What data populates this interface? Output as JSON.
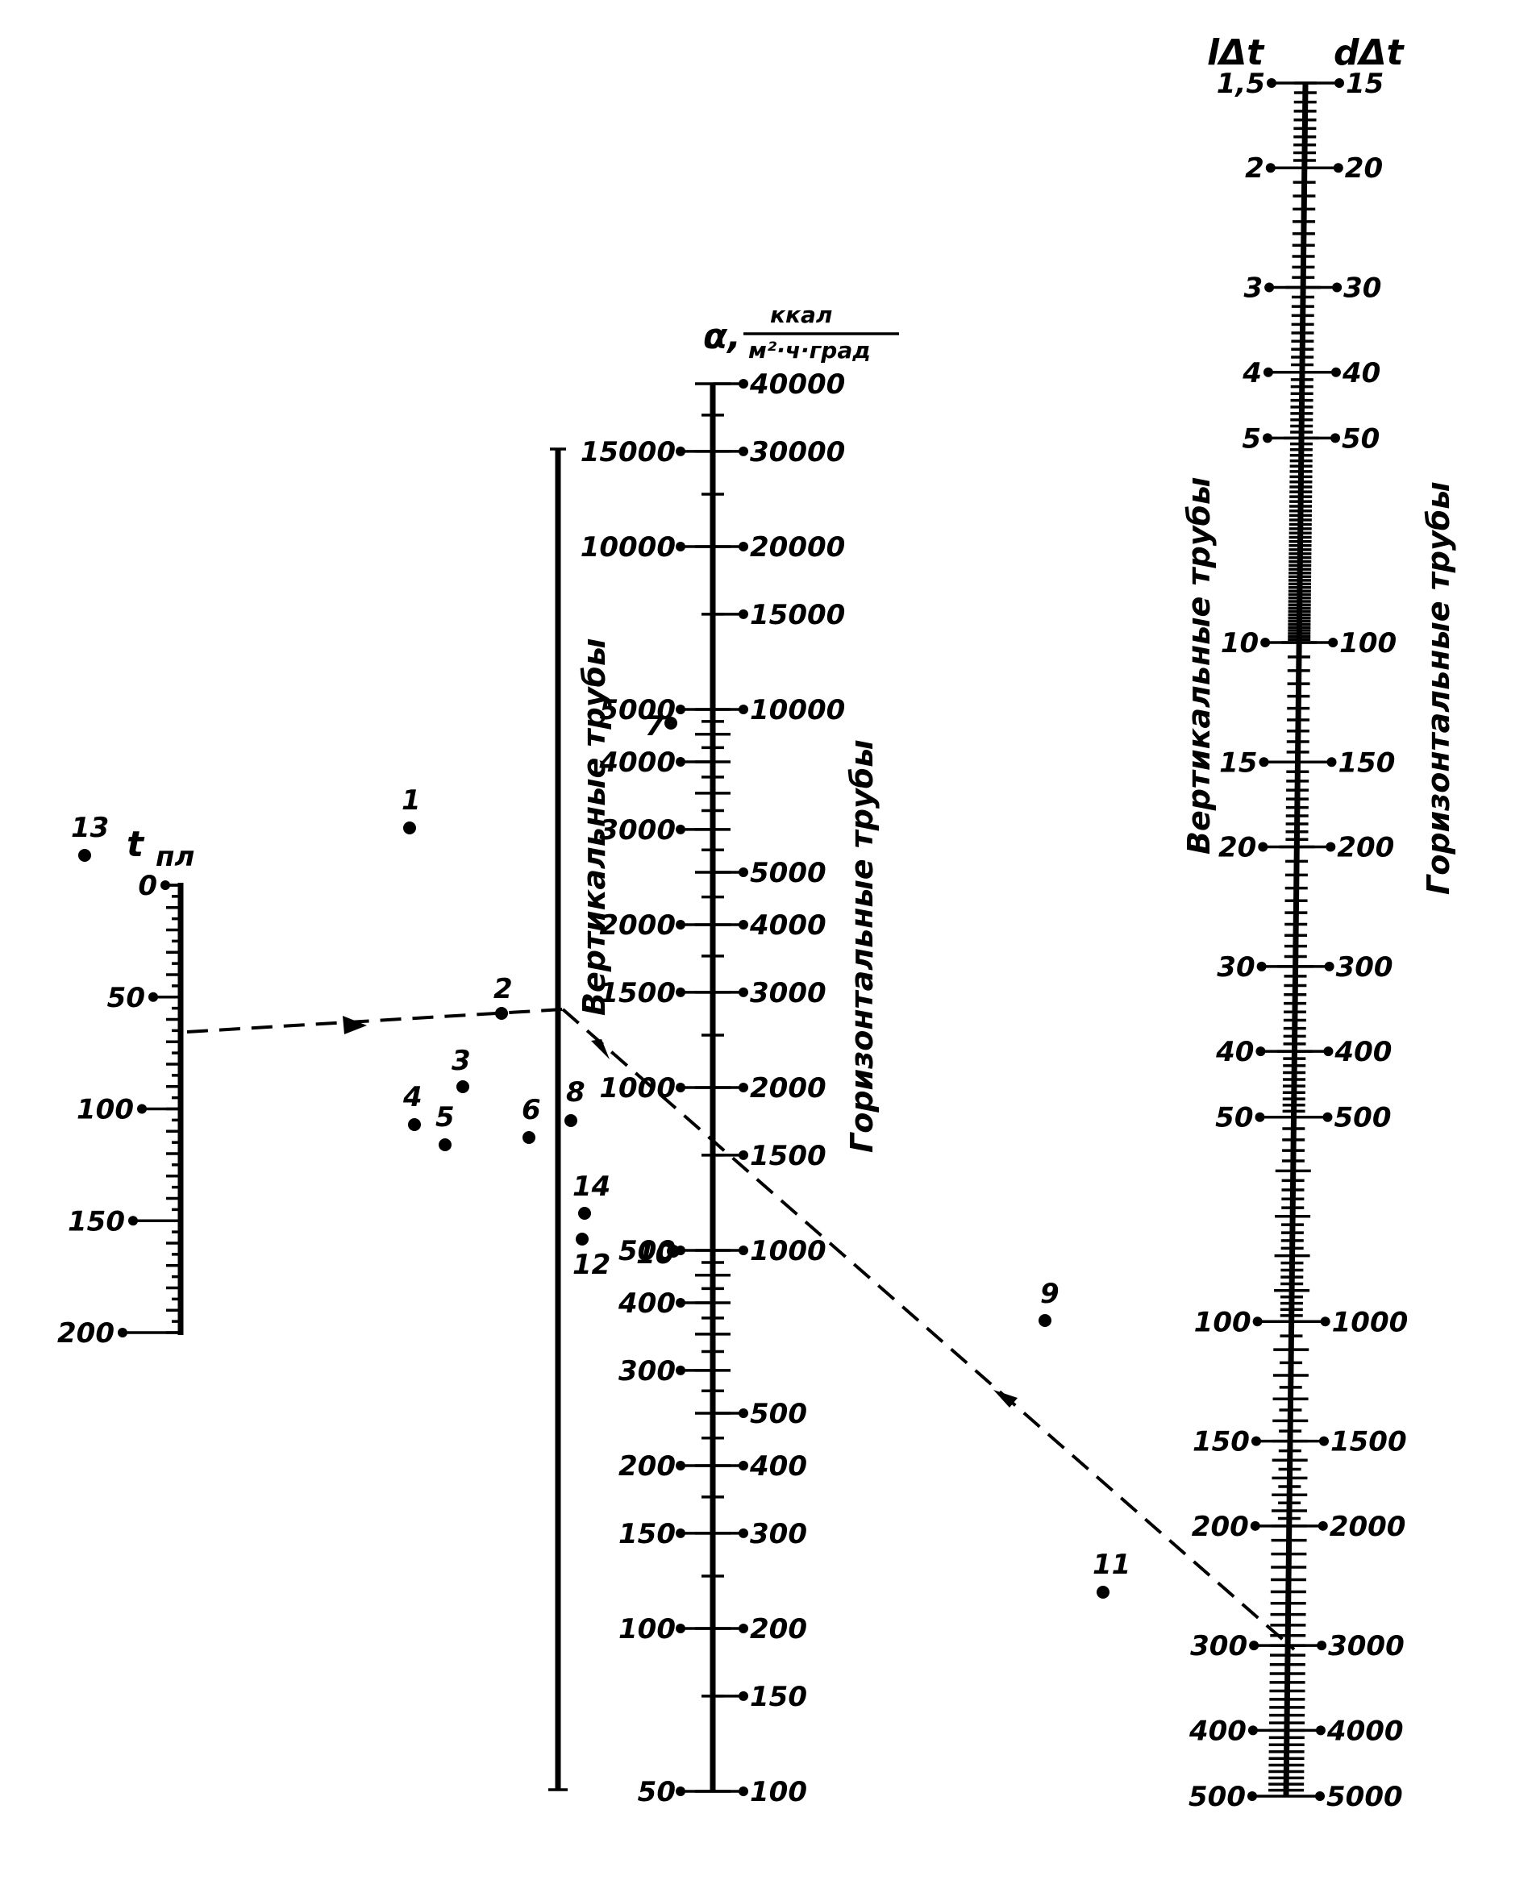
{
  "t_scale": {
    "name_main": "t",
    "name_sub": "пл",
    "labels": [
      "0",
      "50",
      "100",
      "150",
      "200"
    ]
  },
  "alpha_scale": {
    "symbol": "α,",
    "unit_num": "ккал",
    "unit_den": "м²·ч·град",
    "left_labels": [
      "15000",
      "10000",
      "5000",
      "4000",
      "3000",
      "2000",
      "1500",
      "1000",
      "500",
      "400",
      "300",
      "200",
      "150",
      "100",
      "50"
    ],
    "right_labels": [
      "40000",
      "30000",
      "20000",
      "15000",
      "10000",
      "5000",
      "4000",
      "3000",
      "2000",
      "1500",
      "1000",
      "500",
      "400",
      "300",
      "200",
      "150",
      "100"
    ],
    "left_caption": "Вертикальные трубы",
    "right_caption": "Горизонтальные трубы"
  },
  "dt_scale": {
    "left_header": "lΔt",
    "right_header": "dΔt",
    "left_labels": [
      "1,5",
      "2",
      "3",
      "4",
      "5",
      "10",
      "15",
      "20",
      "30",
      "40",
      "50",
      "100",
      "150",
      "200",
      "300",
      "400",
      "500"
    ],
    "right_labels": [
      "15",
      "20",
      "30",
      "40",
      "50",
      "100",
      "150",
      "200",
      "300",
      "400",
      "500",
      "1000",
      "1500",
      "2000",
      "3000",
      "4000",
      "5000"
    ],
    "left_caption": "Вертикальные трубы",
    "right_caption": "Горизонтальные трубы"
  },
  "points": [
    "1",
    "2",
    "3",
    "4",
    "5",
    "6",
    "7",
    "8",
    "9",
    "10",
    "11",
    "12",
    "13",
    "14"
  ]
}
